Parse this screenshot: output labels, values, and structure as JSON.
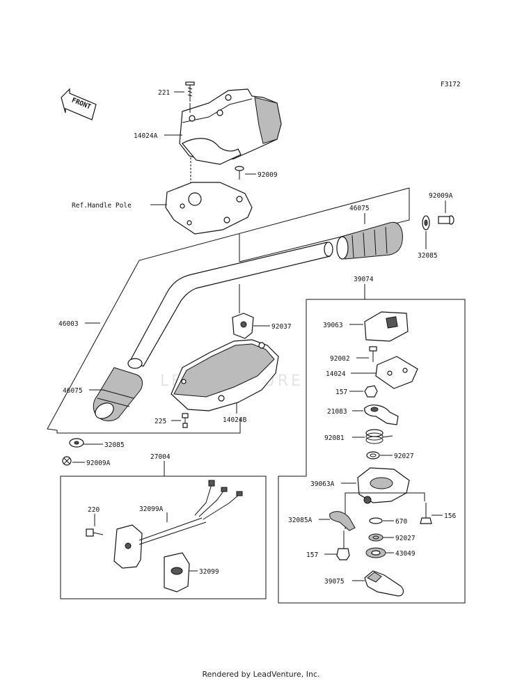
{
  "figure_code": "F3172",
  "front_arrow": "FRONT",
  "watermark": "LEADVENTURE",
  "footer": "Rendered by LeadVenture, Inc.",
  "labels": {
    "l221": "221",
    "l14024A": "14024A",
    "l92009": "92009",
    "lref": "Ref.Handle Pole",
    "l92009A_top": "92009A",
    "l46075_top": "46075",
    "l32085_top": "32085",
    "l39074": "39074",
    "l46003": "46003",
    "l92037": "92037",
    "l39063": "39063",
    "l92002": "92002",
    "l14024": "14024",
    "l157_a": "157",
    "l46075_bot": "46075",
    "l21083": "21083",
    "l225": "225",
    "l14024B": "14024B",
    "l92081": "92081",
    "l32085_bot": "32085",
    "l92027_a": "92027",
    "l92009A_bot": "92009A",
    "l27004": "27004",
    "l39063A": "39063A",
    "l220": "220",
    "l32099A": "32099A",
    "l156": "156",
    "l32085A": "32085A",
    "l670": "670",
    "l92027_b": "92027",
    "l157_b": "157",
    "l43049": "43049",
    "l32099": "32099",
    "l39075": "39075"
  }
}
